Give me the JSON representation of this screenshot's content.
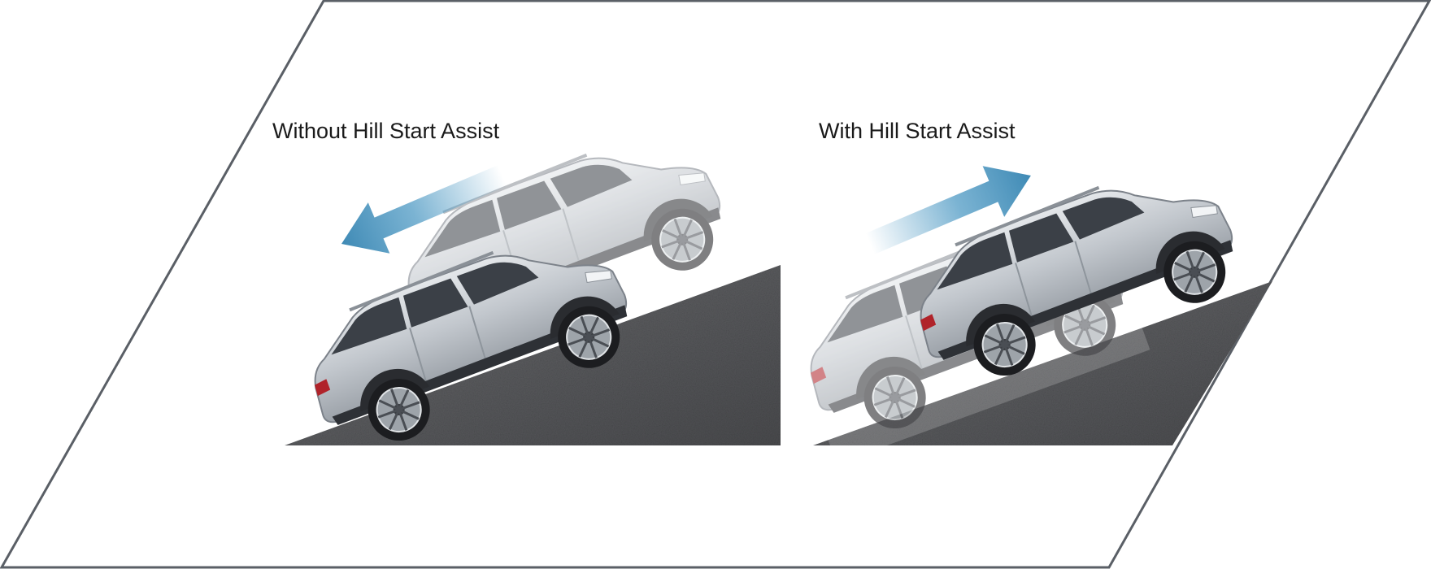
{
  "panels": [
    {
      "caption": "Without Hill Start Assist",
      "motion": "rolls back downhill"
    },
    {
      "caption": "With Hill Start Assist",
      "motion": "moves forward uphill"
    }
  ],
  "colors": {
    "frame": "#5a5f66",
    "road": "#57585b",
    "arrow": "#4f9ac4",
    "car_body": "#c3c8ce",
    "car_ghost": "#dcdfe3"
  },
  "icons": [
    "arrow-left-icon",
    "arrow-right-icon"
  ]
}
